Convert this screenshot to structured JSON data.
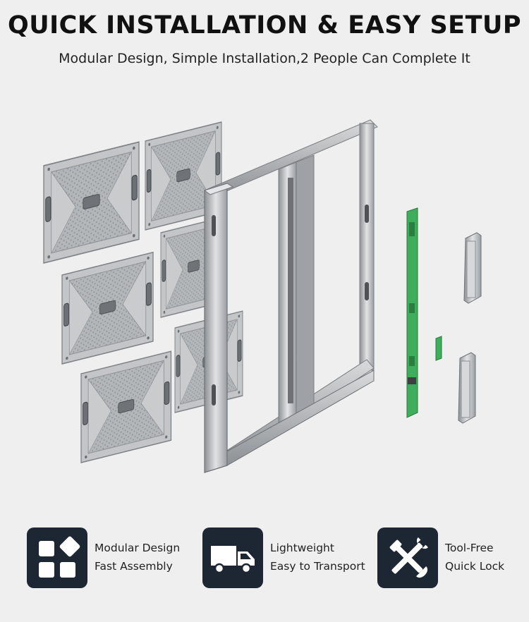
{
  "header": {
    "title": "QUICK INSTALLATION & EASY SETUP",
    "subtitle": "Modular Design, Simple Installation,2 People Can Complete It"
  },
  "features": [
    {
      "icon": "modular-blocks-icon",
      "line1": "Modular Design",
      "line2": "Fast Assembly"
    },
    {
      "icon": "truck-icon",
      "line1": "Lightweight",
      "line2": "Easy to Transport"
    },
    {
      "icon": "tools-icon",
      "line1": "Tool-Free",
      "line2": "Quick Lock"
    }
  ],
  "colors": {
    "badge": "#1d2633",
    "panel": "#b9bcbf",
    "frame": "#c7c9cb",
    "pcb": "#3fae5a",
    "background": "#efefef"
  }
}
